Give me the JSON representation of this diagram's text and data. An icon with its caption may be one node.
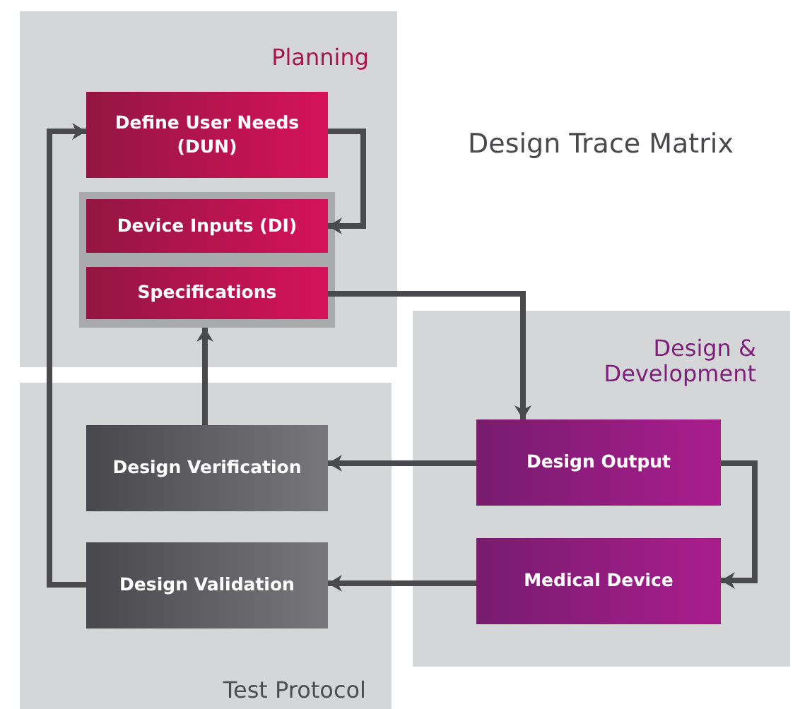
{
  "diagram": {
    "title": "Design Trace Matrix",
    "nodes": [
      {
        "text": [
          "Planning"
        ]
      },
      {
        "text": [
          "Define User Needs (DUN)"
        ],
        "in": 0
      },
      {
        "text": [],
        "shape": "box",
        "in": 0
      },
      {
        "text": [
          "Device Inputs (DI)"
        ],
        "in": 2
      },
      {
        "text": [
          "Specifications"
        ],
        "in": 2
      },
      {
        "text": [
          "Design & Development"
        ]
      },
      {
        "text": [
          "Design Output"
        ],
        "in": 5
      },
      {
        "text": [
          "Medical Device"
        ],
        "in": 5
      },
      {
        "text": [
          "Test Protocol"
        ]
      },
      {
        "text": [
          "Design Verification"
        ],
        "in": 8
      },
      {
        "text": [
          "Design Validation"
        ],
        "in": 8
      }
    ],
    "edges": [
      {
        "from": 1,
        "to": 3,
        "arrow": "to"
      },
      {
        "from": 4,
        "to": 6,
        "arrow": "to"
      },
      {
        "from": 6,
        "to": 9,
        "arrow": "to"
      },
      {
        "from": 6,
        "to": 7,
        "arrow": "to"
      },
      {
        "from": 7,
        "to": 10,
        "arrow": "to"
      },
      {
        "from": 9,
        "to": 2,
        "arrow": "to"
      },
      {
        "from": 10,
        "to": 1,
        "arrow": "to"
      }
    ]
  }
}
